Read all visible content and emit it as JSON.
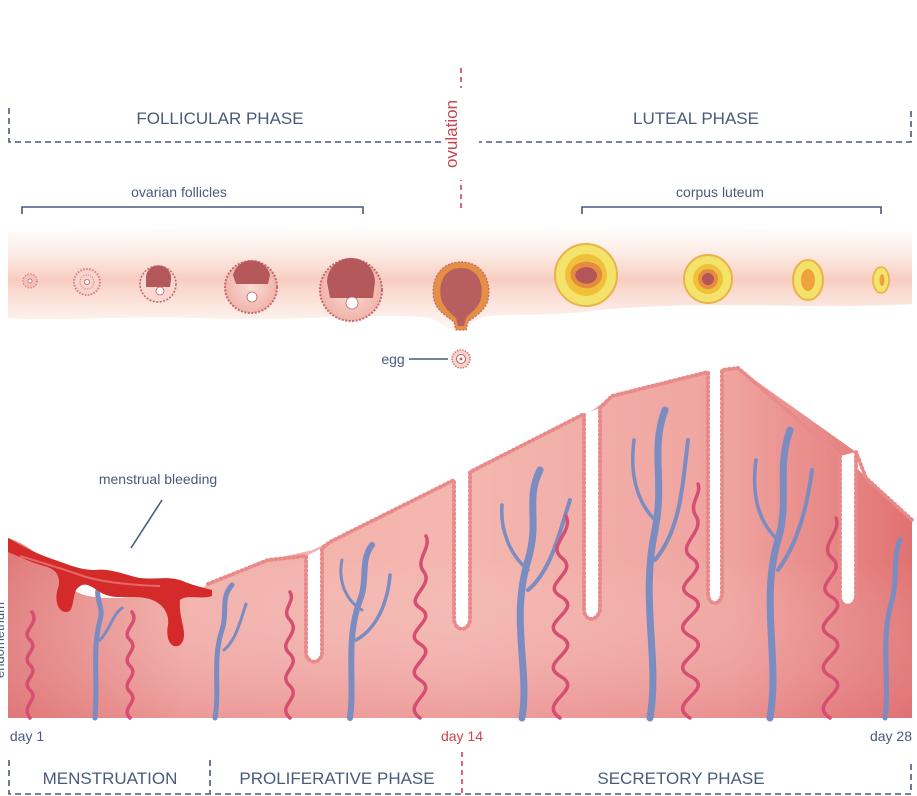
{
  "phases_top": {
    "follicular": "FOLLICULAR PHASE",
    "ovulation": "ovulation",
    "luteal": "LUTEAL PHASE"
  },
  "ovary": {
    "follicles_label": "ovarian follicles",
    "corpus_label": "corpus luteum",
    "egg_label": "egg"
  },
  "endometrium": {
    "bleeding_label": "menstrual bleeding",
    "side_label": "endometrium"
  },
  "days": {
    "start": "day 1",
    "mid": "day 14",
    "end": "day 28"
  },
  "phases_bottom": {
    "menstruation": "MENSTRUATION",
    "proliferative": "PROLIFERATIVE PHASE",
    "secretory": "SECRETORY PHASE"
  },
  "colors": {
    "navy": "#4a5a7c",
    "red_accent": "#c8454d",
    "tissue": "#e58a8a",
    "vessel_blue": "#7a8cc0",
    "gland_pink": "#d64f72",
    "blood": "#d42a2a",
    "corpus_yellow": "#f5d93a",
    "corpus_orange": "#e98a3a"
  }
}
